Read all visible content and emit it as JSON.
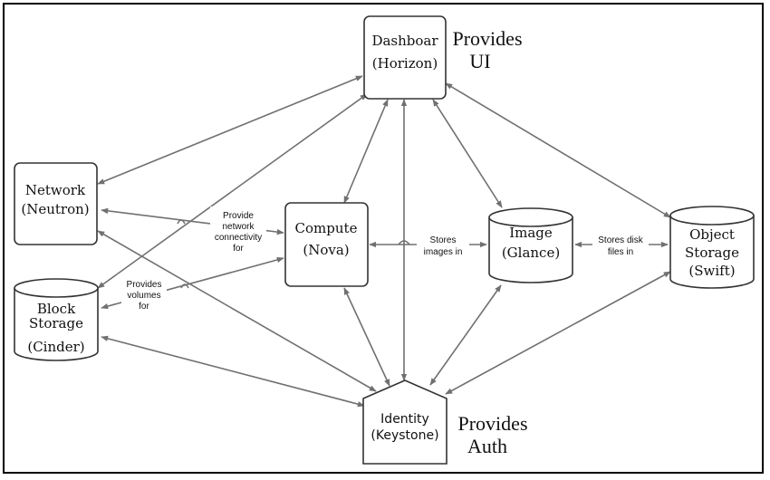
{
  "nodes": {
    "horizon": {
      "line1": "Dashboar",
      "line2": "(Horizon)"
    },
    "network": {
      "line1": "Network",
      "line2": "(Neutron)"
    },
    "compute": {
      "line1": "Compute",
      "line2": "(Nova)"
    },
    "image": {
      "line1": "Image",
      "line2": "(Glance)"
    },
    "object": {
      "line1": "Object",
      "line2": "Storage",
      "line3": "(Swift)"
    },
    "block": {
      "line1": "Block",
      "line2": "Storage",
      "line3": "(Cinder)"
    },
    "identity": {
      "line1": "Identity",
      "line2": "(Keystone)"
    }
  },
  "callouts": {
    "ui": {
      "line1": "Provides",
      "line2": "UI"
    },
    "auth": {
      "line1": "Provides",
      "line2": "Auth"
    }
  },
  "edge_labels": {
    "network": {
      "line1": "Provide",
      "line2": "network",
      "line3": "connectivity",
      "line4": "for"
    },
    "volumes": {
      "line1": "Provides",
      "line2": "volumes",
      "line3": "for"
    },
    "images": {
      "line1": "Stores",
      "line2": "images in"
    },
    "disk": {
      "line1": "Stores disk",
      "line2": "files in"
    }
  },
  "colors": {
    "edge": "#707070",
    "outline": "#333333",
    "frame": "#000000"
  }
}
